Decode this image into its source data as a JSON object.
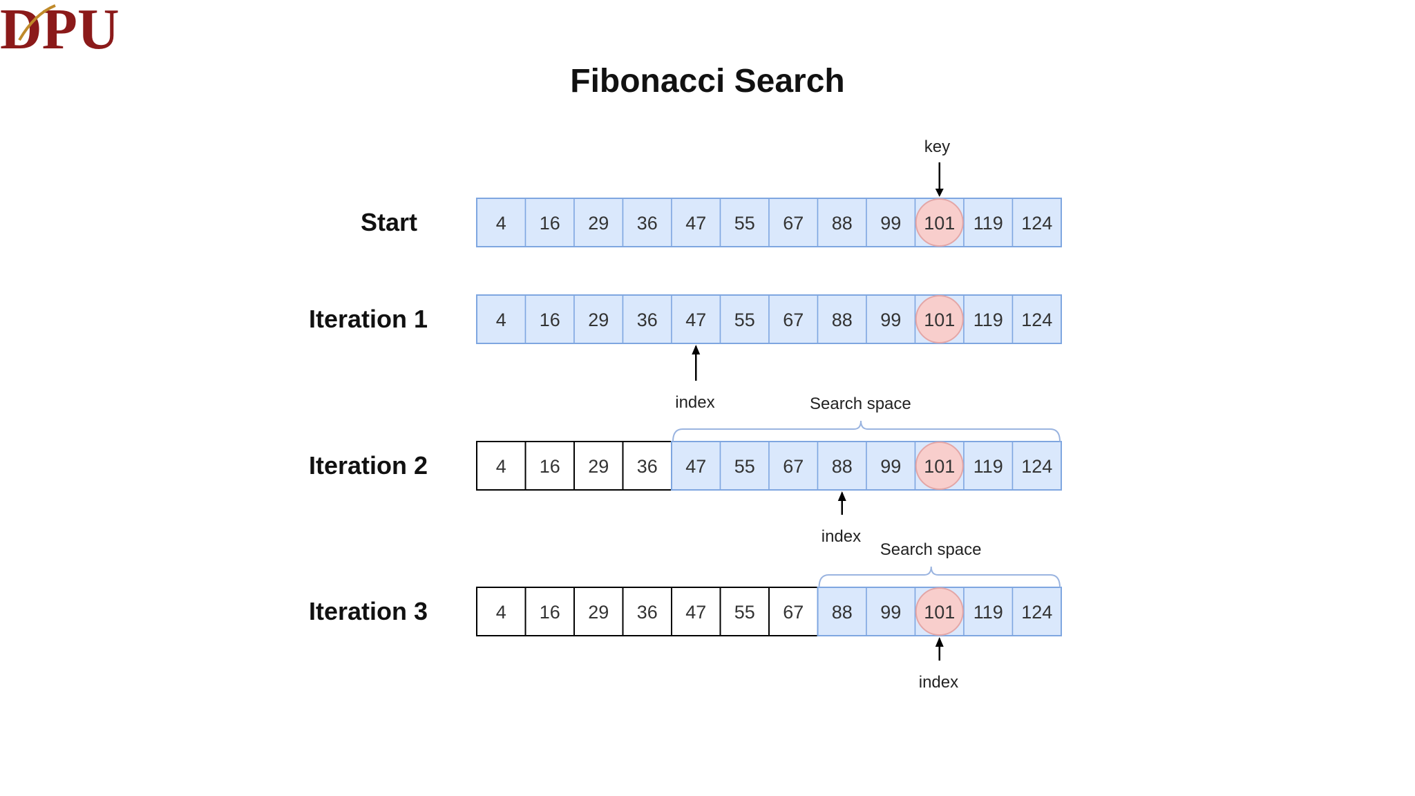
{
  "logo": {
    "text": "DPU",
    "color": "#8b1a1a"
  },
  "title": "Fibonacci Search",
  "array": [
    4,
    16,
    29,
    36,
    47,
    55,
    67,
    88,
    99,
    101,
    119,
    124
  ],
  "key_index": 9,
  "colors": {
    "active_fill": "#dae8fc",
    "active_stroke": "#7ea6e0",
    "inactive_fill": "#ffffff",
    "inactive_stroke": "#000000",
    "key_circle_fill": "#f8cecc",
    "key_circle_stroke": "#e3a6a6",
    "brace": "#9ab4e0"
  },
  "rows": [
    {
      "label": "Start",
      "active_from": 0,
      "pointer": {
        "label": "key",
        "index": 9,
        "position": "above"
      },
      "search_space": null
    },
    {
      "label": "Iteration 1",
      "active_from": 0,
      "pointer": {
        "label": "index",
        "index": 4,
        "position": "below"
      },
      "search_space": null
    },
    {
      "label": "Iteration 2",
      "active_from": 4,
      "pointer": {
        "label": "index",
        "index": 7,
        "position": "below"
      },
      "search_space": {
        "label": "Search space",
        "from": 4,
        "to": 11
      }
    },
    {
      "label": "Iteration 3",
      "active_from": 7,
      "pointer": {
        "label": "index",
        "index": 9,
        "position": "below"
      },
      "search_space": {
        "label": "Search space",
        "from": 7,
        "to": 11
      }
    }
  ]
}
